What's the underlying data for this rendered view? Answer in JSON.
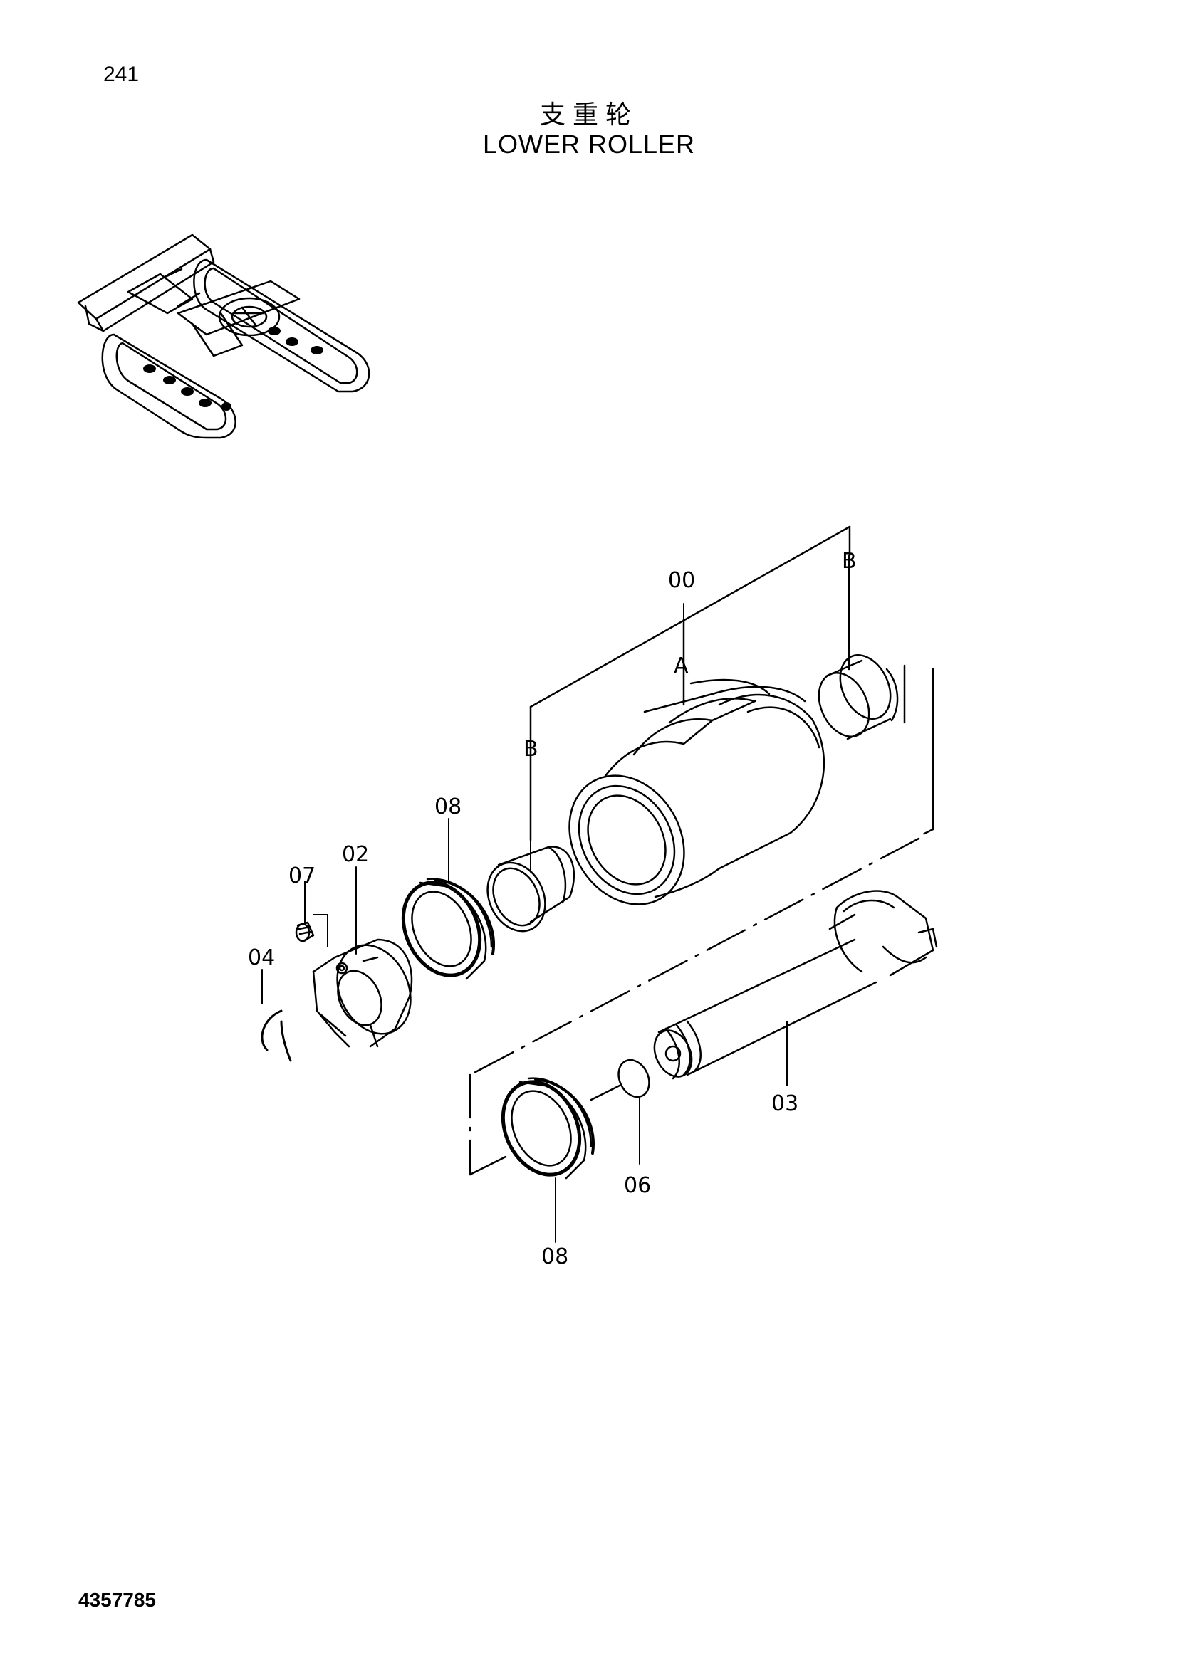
{
  "page": {
    "number": "241",
    "title_cn": "支重轮",
    "title_en": "LOWER ROLLER",
    "drawing_number": "4357785"
  },
  "parts": {
    "p00": "00",
    "pA": "A",
    "pB_right": "B",
    "pB_left": "B",
    "p08_top": "08",
    "p02": "02",
    "p07": "07",
    "p04": "04",
    "p03": "03",
    "p06": "06",
    "p08_bottom": "08"
  },
  "colors": {
    "ink": "#000000",
    "paper": "#ffffff"
  }
}
